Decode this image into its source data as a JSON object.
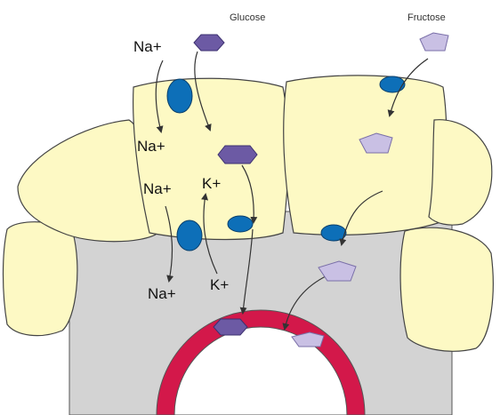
{
  "labels": {
    "glucose": "Glucose",
    "fructose": "Fructose",
    "na_top": "Na+",
    "na_cell_upper": "Na+",
    "na_cell_lower": "Na+",
    "na_bottom": "Na+",
    "k_cell": "K+",
    "k_bottom": "K+"
  },
  "colors": {
    "cell_fill": "#fdf9c4",
    "cell_stroke": "#444444",
    "interstitial_fill": "#d3d3d3",
    "transporter_fill": "#0d6fb8",
    "transporter_stroke": "#0a3f6b",
    "glucose_fill": "#6c5aa4",
    "fructose_fill": "#c9c0e4",
    "vessel_wall": "#d3184a",
    "vessel_lumen": "#ffffff",
    "arrow": "#333333"
  },
  "icons": {
    "glucose_molecule": "hexagon",
    "fructose_molecule": "pentagon",
    "transporter": "ellipse",
    "blood_vessel": "ring"
  }
}
